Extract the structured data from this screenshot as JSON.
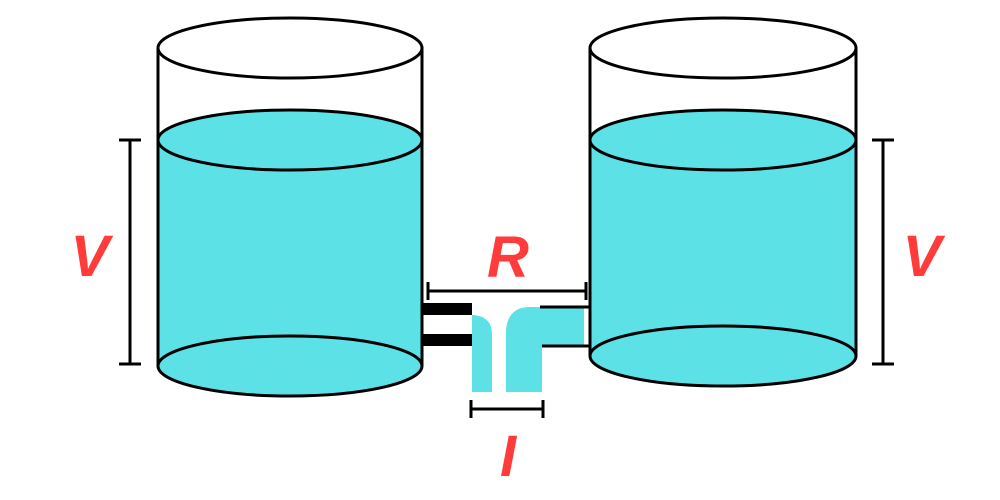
{
  "labels": {
    "left_height": "V",
    "right_height": "V",
    "pipe_span": "R",
    "pipe_gap": "I"
  },
  "colors": {
    "water": "#5ce1e6",
    "stroke": "#000000",
    "label": "#ff3b3b"
  }
}
